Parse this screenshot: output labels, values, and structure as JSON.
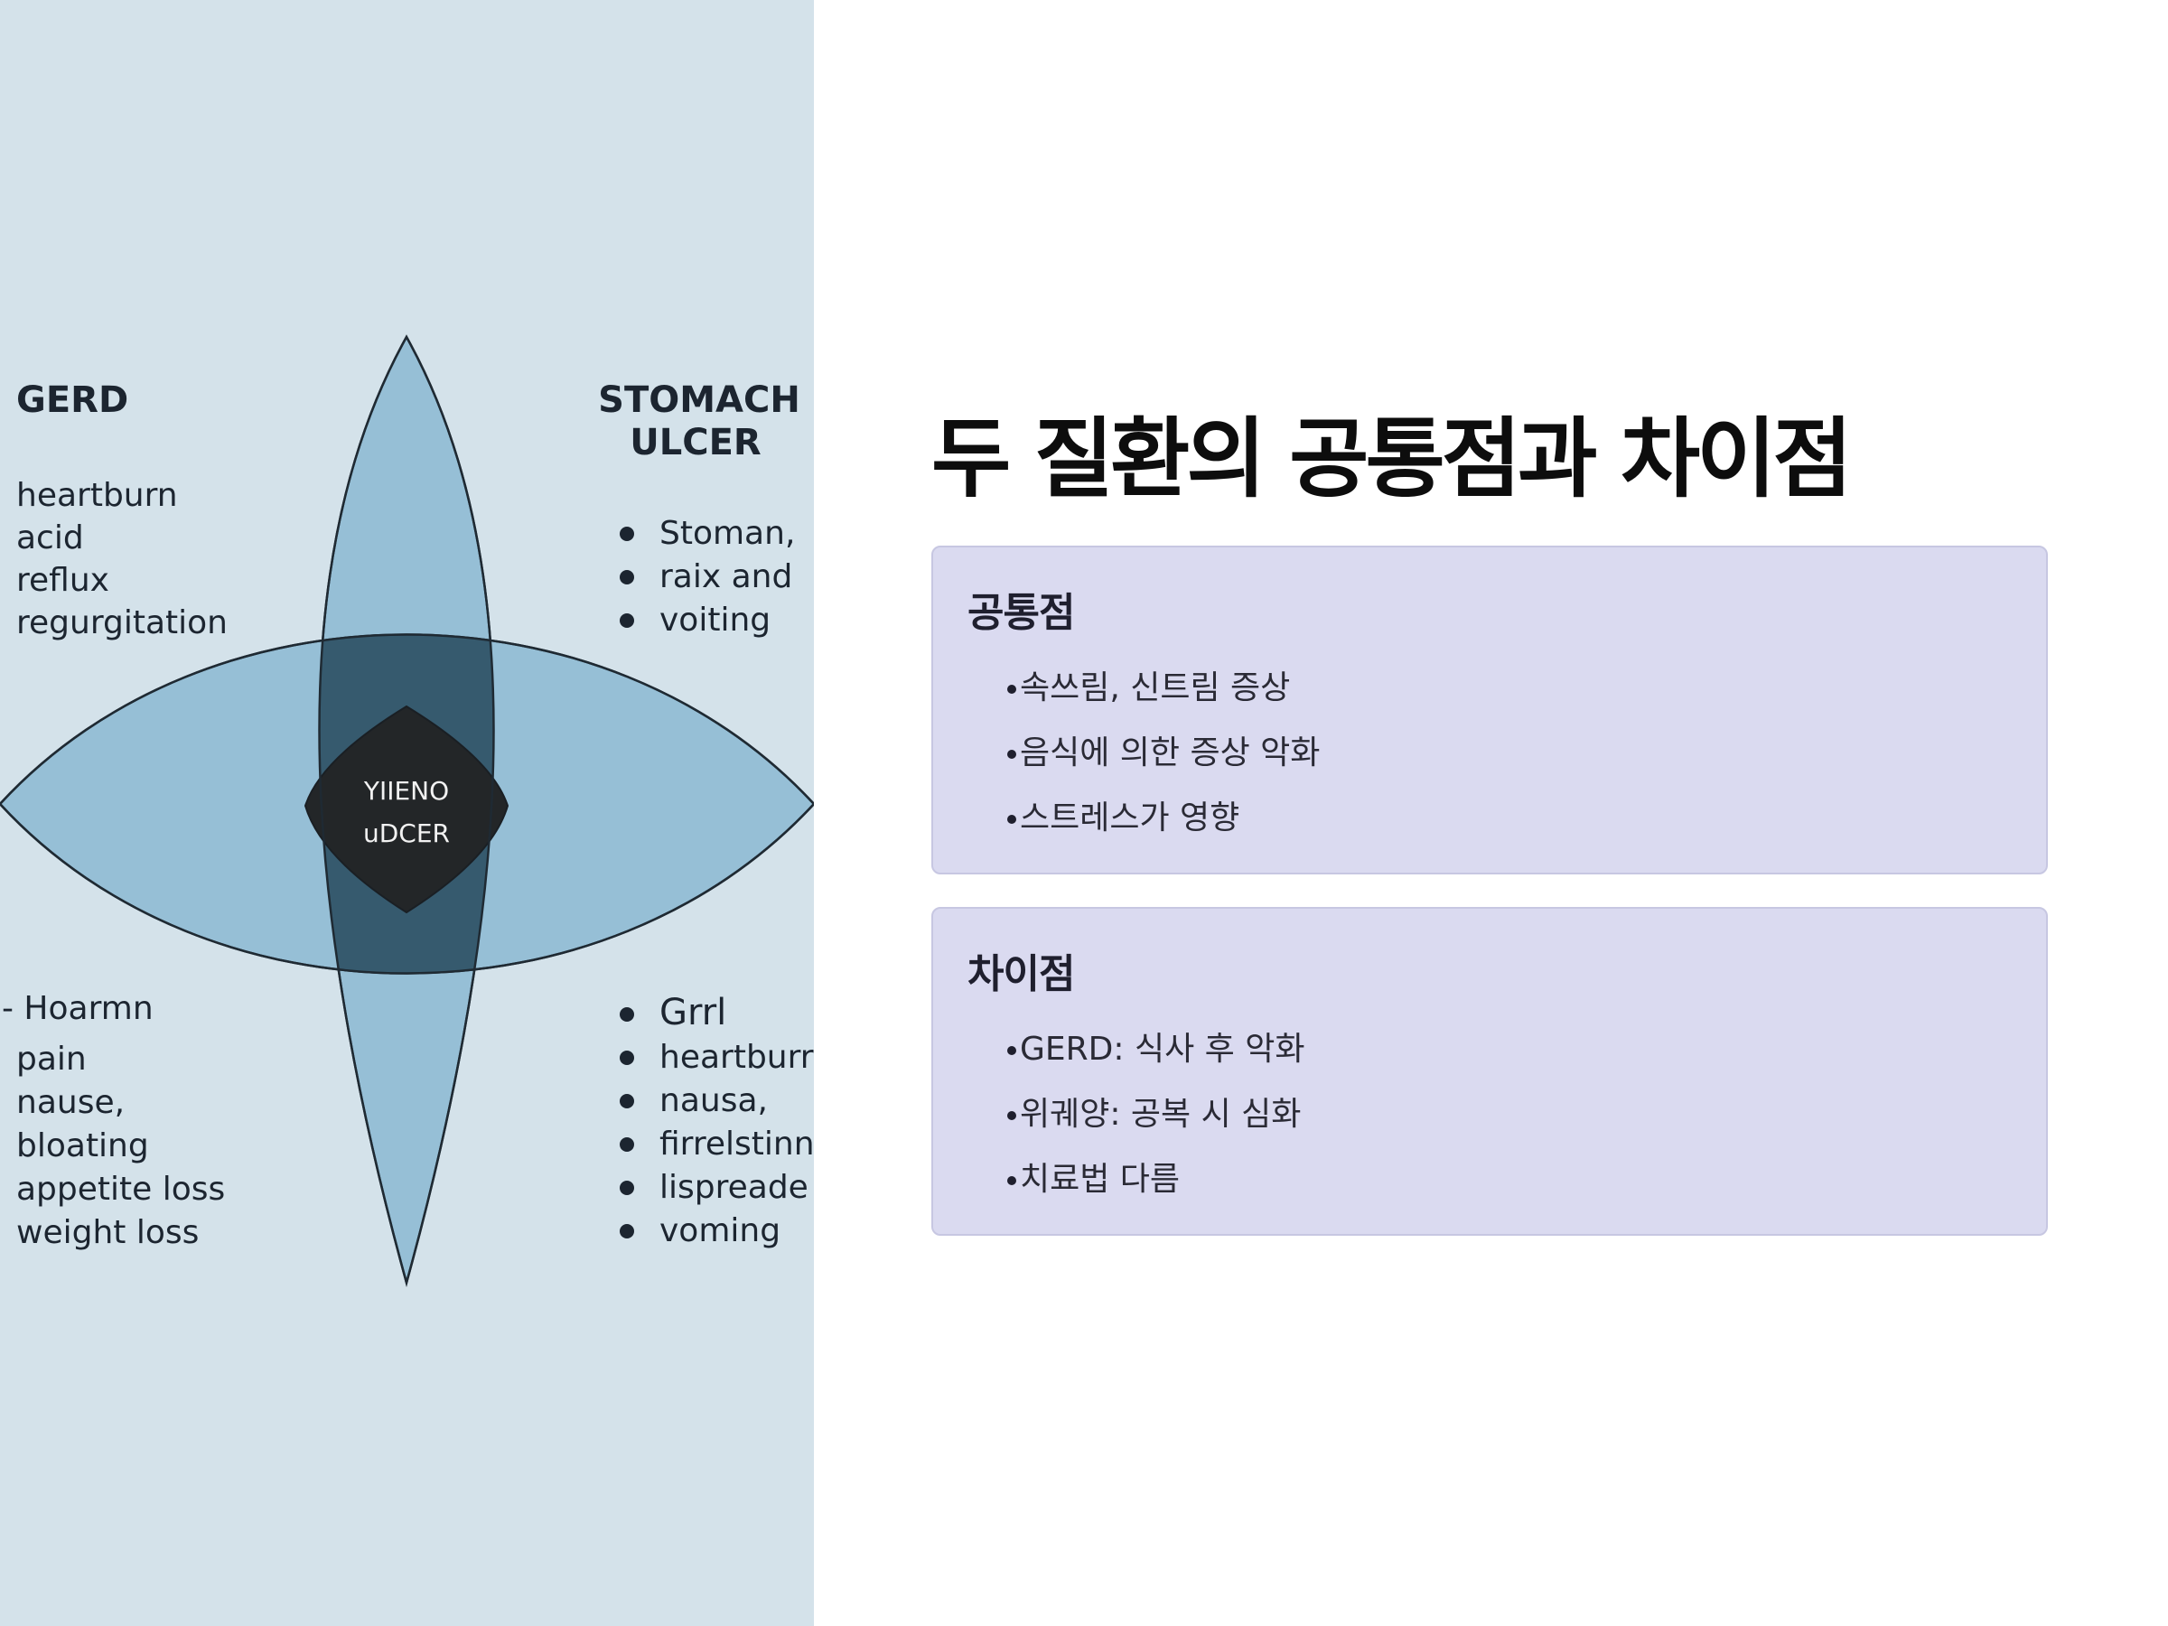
{
  "title": "두 질환의 공통점과 차이점",
  "diagram": {
    "top_left": {
      "heading": "GERD",
      "items": [
        "heartburn",
        "acid",
        "reflux",
        "regurgitation"
      ]
    },
    "top_right": {
      "heading_line1": "STOMACH",
      "heading_line2": "ULCER",
      "items": [
        "Stoman,",
        "raix and",
        "voiting"
      ]
    },
    "bottom_left": {
      "heading": "- Hoarmn",
      "items": [
        "pain",
        "nause,",
        "bloating",
        "appetite loss",
        "weight loss"
      ]
    },
    "bottom_right": {
      "items": [
        "Grrl",
        "heartburr",
        "nausa,",
        "firrelstinn",
        "lispreade",
        "voming"
      ]
    },
    "center_line1": "YIIENO",
    "center_line2": "uDCER",
    "colors": {
      "background": "#d4e2ea",
      "petal": "#96bfd6",
      "overlap": "#365a6e",
      "center": "#232628"
    }
  },
  "common": {
    "heading": "공통점",
    "items": [
      "속쓰림, 신트림 증상",
      "음식에 의한 증상 악화",
      "스트레스가 영향"
    ]
  },
  "differences": {
    "heading": "차이점",
    "items": [
      "GERD: 식사 후 악화",
      "위궤양: 공복 시 심화",
      "치료법 다름"
    ]
  },
  "colors": {
    "card_background": "#dadaf0",
    "card_border": "#c7c7e2"
  }
}
